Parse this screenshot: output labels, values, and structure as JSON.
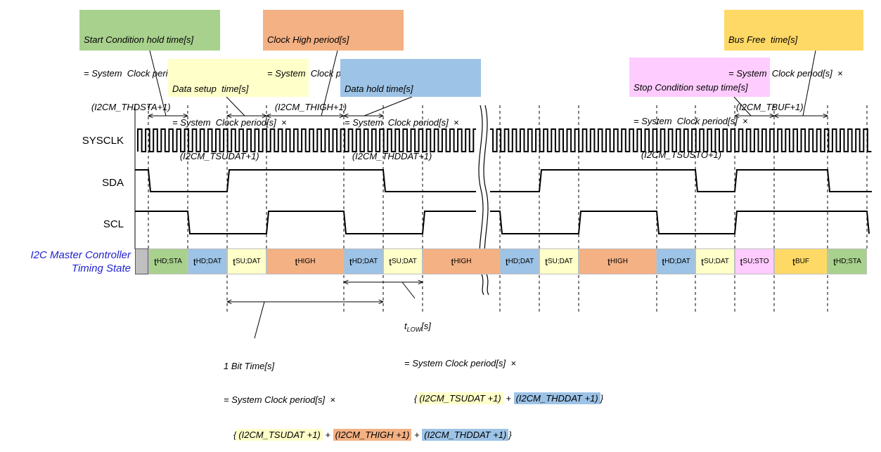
{
  "annotations": {
    "start_hold": [
      "Start Condition hold time[s]",
      "= System  Clock period[s]  ×",
      "   (I2CM_THDSTA+1)"
    ],
    "data_setup": [
      "Data setup  time[s]",
      "= System  Clock period[s]  ×",
      "   (I2CM_TSUDAT+1)"
    ],
    "clock_high": [
      "Clock High period[s]",
      "= System  Clock period[s]  ×",
      "   (I2CM_THIGH+1)"
    ],
    "data_hold": [
      "Data hold time[s]",
      "= System  Clock period[s]  ×",
      "   (I2CM_THDDAT+1)"
    ],
    "stop_setup": [
      "Stop Condition setup time[s]",
      "= System  Clock period[s]  ×",
      "   (I2CM_TSUSTO+1)"
    ],
    "bus_free": [
      "Bus Free  time[s]",
      "= System  Clock period[s]  ×",
      "   (I2CM_TBUF+1)"
    ]
  },
  "signals": [
    "SYSCLK",
    "SDA",
    "SCL"
  ],
  "state_row": {
    "title_line1": "I2C Master Controller",
    "title_line2": "Timing State",
    "states": [
      {
        "main": "t",
        "sub": "HD;STA",
        "color": "#a9d18e"
      },
      {
        "main": "t",
        "sub": "HD;DAT",
        "color": "#9dc3e6"
      },
      {
        "main": "t",
        "sub": "SU;DAT",
        "color": "#ffffc9"
      },
      {
        "main": "t",
        "sub": "HIGH",
        "color": "#f4b183"
      },
      {
        "main": "t",
        "sub": "HD;DAT",
        "color": "#9dc3e6"
      },
      {
        "main": "t",
        "sub": "SU;DAT",
        "color": "#ffffc9"
      },
      {
        "main": "t",
        "sub": "HIGH",
        "color": "#f4b183"
      },
      {
        "main": "t",
        "sub": "HD;DAT",
        "color": "#9dc3e6"
      },
      {
        "main": "t",
        "sub": "SU;DAT",
        "color": "#ffffc9"
      },
      {
        "main": "t",
        "sub": "HIGH",
        "color": "#f4b183"
      },
      {
        "main": "t",
        "sub": "HD;DAT",
        "color": "#9dc3e6"
      },
      {
        "main": "t",
        "sub": "SU;DAT",
        "color": "#ffffc9"
      },
      {
        "main": "t",
        "sub": "SU;STO",
        "color": "#ffccff"
      },
      {
        "main": "t",
        "sub": "BUF",
        "color": "#ffd966"
      },
      {
        "main": "t",
        "sub": "HD;STA",
        "color": "#a9d18e"
      }
    ]
  },
  "tlow": {
    "name_main": "t",
    "name_sub": "LOW",
    "name_suffix": "[s]",
    "line2": "= System Clock period[s]  ×",
    "open": "{",
    "term1": "(I2CM_TSUDAT +1)",
    "plus": " + ",
    "term2": "(I2CM_THDDAT +1)",
    "close": "}"
  },
  "bit_time": {
    "line1": "1 Bit Time[s]",
    "line2": "= System Clock period[s]  ×",
    "open": "{",
    "term1": "(I2CM_TSUDAT +1)",
    "plus1": " + ",
    "term2": "(I2CM_THIGH +1)",
    "plus2": " + ",
    "term3": "(I2CM_THDDAT +1)",
    "close": "}"
  },
  "colors": {
    "green": "#a9d18e",
    "orange": "#f4b183",
    "yellow": "#ffffc9",
    "blue": "#9dc3e6",
    "pink": "#ffccff",
    "gold": "#ffd966",
    "title_blue": "#1f1fd0"
  }
}
